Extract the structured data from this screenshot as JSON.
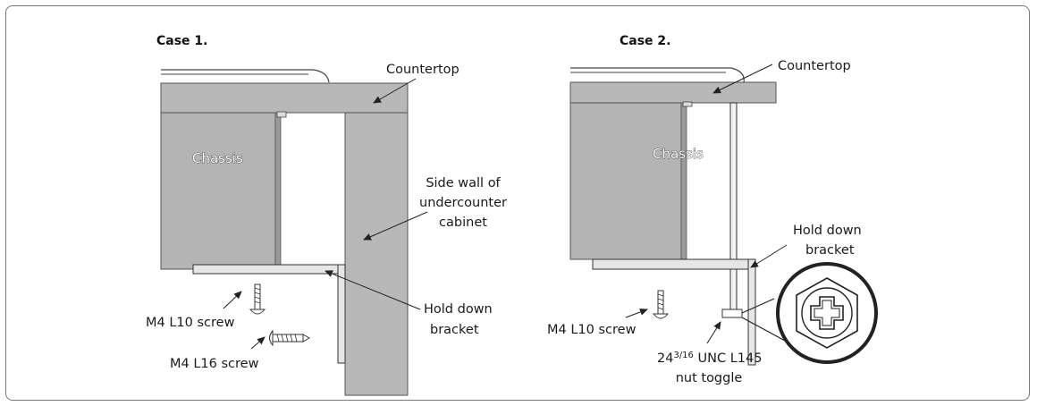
{
  "case1": {
    "title": "Case 1.",
    "countertop": "Countertop",
    "chassis": "Chassis",
    "side_wall": [
      "Side wall of",
      "undercounter",
      "cabinet"
    ],
    "hold_down": [
      "Hold down",
      "bracket"
    ],
    "m4_l10": "M4 L10 screw",
    "m4_l16": "M4 L16 screw"
  },
  "case2": {
    "title": "Case 2.",
    "countertop": "Countertop",
    "chassis": "Chassis",
    "hold_down": [
      "Hold down",
      "bracket"
    ],
    "m4_l10": "M4 L10 screw",
    "nut_toggle_size": "24",
    "nut_toggle_fraction": "3/16",
    "nut_toggle_spec": " UNC L145",
    "nut_toggle": "nut toggle"
  },
  "colors": {
    "panel": "#b8b8b8",
    "panel_dark": "#a3a3a3",
    "line": "#222222",
    "border": "#777777"
  }
}
